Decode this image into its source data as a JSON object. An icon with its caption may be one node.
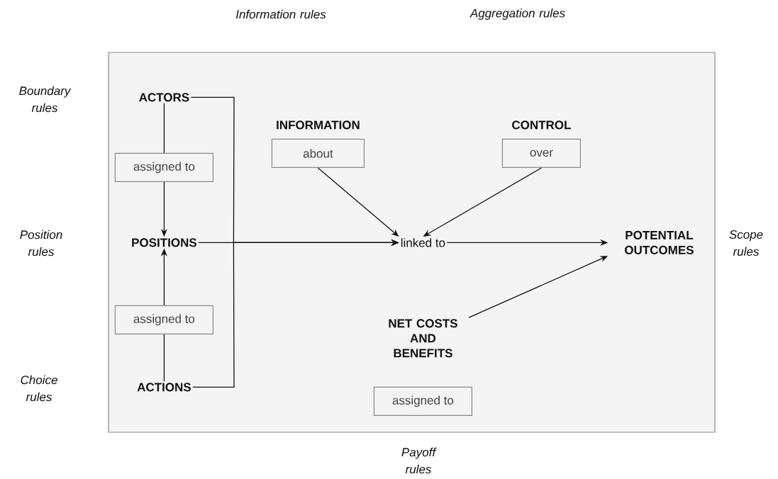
{
  "diagram": {
    "nodes": [
      {
        "text": [],
        "shape": "box"
      },
      {
        "text": [
          "ACTORS"
        ],
        "in": 0
      },
      {
        "text": [
          "assigned to"
        ],
        "in": 0
      },
      {
        "text": [
          "POSITIONS"
        ],
        "in": 0
      },
      {
        "text": [
          "assigned to"
        ],
        "in": 0
      },
      {
        "text": [
          "ACTIONS"
        ],
        "in": 0
      },
      {
        "text": [
          "INFORMATION",
          "about"
        ],
        "in": 0
      },
      {
        "text": [
          "CONTROL",
          "over"
        ],
        "in": 0
      },
      {
        "text": [
          "linked to"
        ],
        "in": 0
      },
      {
        "text": [
          "POTENTIAL OUTCOMES"
        ],
        "in": 0
      },
      {
        "text": [
          "NET COSTS AND BENEFITS"
        ],
        "in": 0
      },
      {
        "text": [
          "assigned to"
        ],
        "in": 0
      }
    ],
    "edges": [
      {
        "from": 1,
        "to": 2,
        "arrow": "none"
      },
      {
        "from": 2,
        "to": 3,
        "arrow": "to"
      },
      {
        "from": 5,
        "to": 4,
        "arrow": "none"
      },
      {
        "from": 4,
        "to": 3,
        "arrow": "to"
      },
      {
        "from": 1,
        "to": 8,
        "arrow": "to"
      },
      {
        "from": 3,
        "to": 8,
        "arrow": "to"
      },
      {
        "from": 5,
        "to": 8,
        "arrow": "to"
      },
      {
        "from": 6,
        "to": 8,
        "arrow": "to"
      },
      {
        "from": 7,
        "to": 8,
        "arrow": "to"
      },
      {
        "from": 8,
        "to": 9,
        "arrow": "to"
      },
      {
        "from": 10,
        "to": 9,
        "arrow": "to"
      }
    ],
    "labels": [
      "Information rules",
      "Aggregation rules",
      "Boundary rules",
      "Position rules",
      "Scope rules",
      "Choice rules",
      "Payoff rules"
    ]
  }
}
